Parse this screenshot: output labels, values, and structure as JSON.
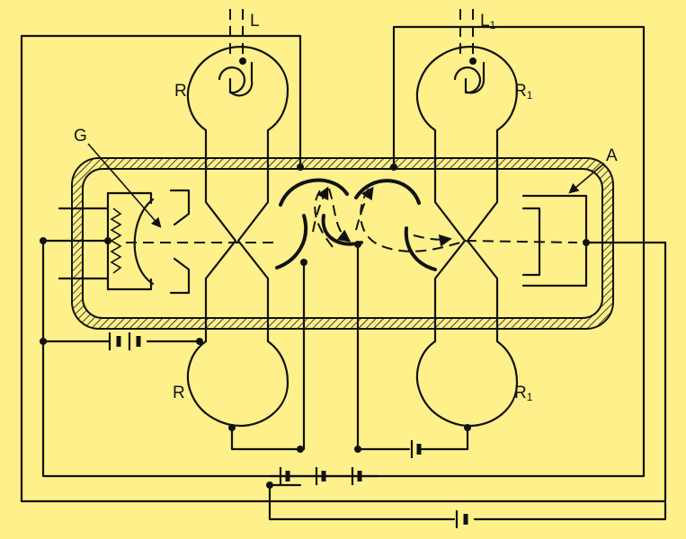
{
  "diagram": {
    "labels": {
      "L": "L",
      "L1_main": "L",
      "L1_sub": "1",
      "R_top_left": "R",
      "R1_top_main": "R",
      "R1_top_sub": "1",
      "R_bottom_left": "R",
      "R1_bottom_main": "R",
      "R1_bottom_sub": "1",
      "G": "G",
      "A": "A"
    },
    "colors": {
      "background": "#fef08a",
      "ink": "#111111"
    }
  }
}
